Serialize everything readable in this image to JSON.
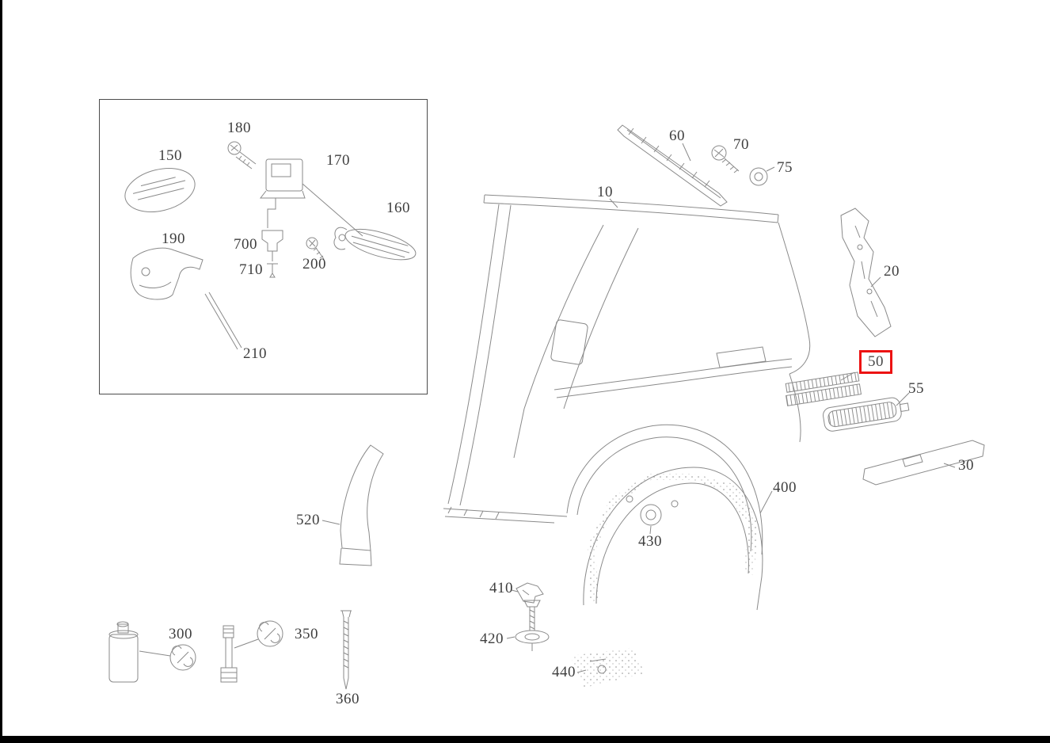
{
  "diagram": {
    "highlighted_part": "50",
    "colors": {
      "highlight": "#ec1313",
      "line": "#8a8a8a",
      "text": "#3f3f3f",
      "background": "#ffffff"
    },
    "callouts": [
      {
        "label": "150"
      },
      {
        "label": "180"
      },
      {
        "label": "170"
      },
      {
        "label": "160"
      },
      {
        "label": "190"
      },
      {
        "label": "700"
      },
      {
        "label": "710"
      },
      {
        "label": "200"
      },
      {
        "label": "210"
      },
      {
        "label": "520"
      },
      {
        "label": "300"
      },
      {
        "label": "350"
      },
      {
        "label": "360"
      },
      {
        "label": "60"
      },
      {
        "label": "70"
      },
      {
        "label": "75"
      },
      {
        "label": "10"
      },
      {
        "label": "20"
      },
      {
        "label": "50",
        "highlighted": true
      },
      {
        "label": "55"
      },
      {
        "label": "30"
      },
      {
        "label": "400"
      },
      {
        "label": "430"
      },
      {
        "label": "410"
      },
      {
        "label": "420"
      },
      {
        "label": "440"
      }
    ]
  }
}
